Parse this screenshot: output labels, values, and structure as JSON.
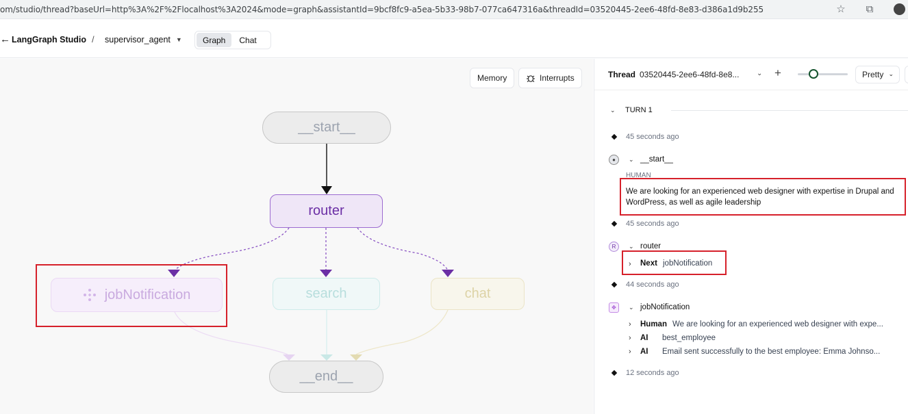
{
  "browser": {
    "url": "om/studio/thread?baseUrl=http%3A%2F%2Flocalhost%3A2024&mode=graph&assistantId=9bcf8fc9-a5ea-5b33-98b7-077ca647316a&threadId=03520445-2ee6-48fd-8e83-d386a1d9b255",
    "icons": [
      "star-icon",
      "extension-icon",
      "profile-avatar"
    ]
  },
  "header": {
    "back_icon": "arrow-left-icon",
    "brand": "LangGraph Studio",
    "separator": "/",
    "graph_name": "supervisor_agent",
    "tabs": [
      {
        "label": "Graph",
        "active": true
      },
      {
        "label": "Chat",
        "active": false
      }
    ]
  },
  "graph": {
    "buttons": {
      "memory": "Memory",
      "interrupts": "Interrupts"
    },
    "nodes": {
      "start": "__start__",
      "router": "router",
      "jobNotification": "jobNotification",
      "search": "search",
      "chat": "chat",
      "end": "__end__"
    },
    "colors": {
      "router": "#9c6bd0",
      "highlight": "#d6202a"
    }
  },
  "thread": {
    "label": "Thread",
    "id": "03520445-2ee6-48fd-8e8...",
    "view_mode": "Pretty",
    "turn_label": "TURN 1",
    "timestamps": [
      "45 seconds ago",
      "45 seconds ago",
      "44 seconds ago",
      "12 seconds ago"
    ],
    "steps": {
      "start": {
        "name": "__start__",
        "role": "HUMAN",
        "message": "We are looking for an experienced web designer with expertise in Drupal and WordPress, as well as agile leadership"
      },
      "router": {
        "name": "router",
        "icon_letter": "R",
        "next_key": "Next",
        "next_value": "jobNotification"
      },
      "jobNotification": {
        "name": "jobNotification",
        "rows": [
          {
            "role": "Human",
            "text": "We are looking for an experienced web designer with expe..."
          },
          {
            "role": "AI",
            "text": "best_employee"
          },
          {
            "role": "AI",
            "text": "Email sent successfully to the best employee: Emma Johnso..."
          }
        ]
      }
    }
  }
}
